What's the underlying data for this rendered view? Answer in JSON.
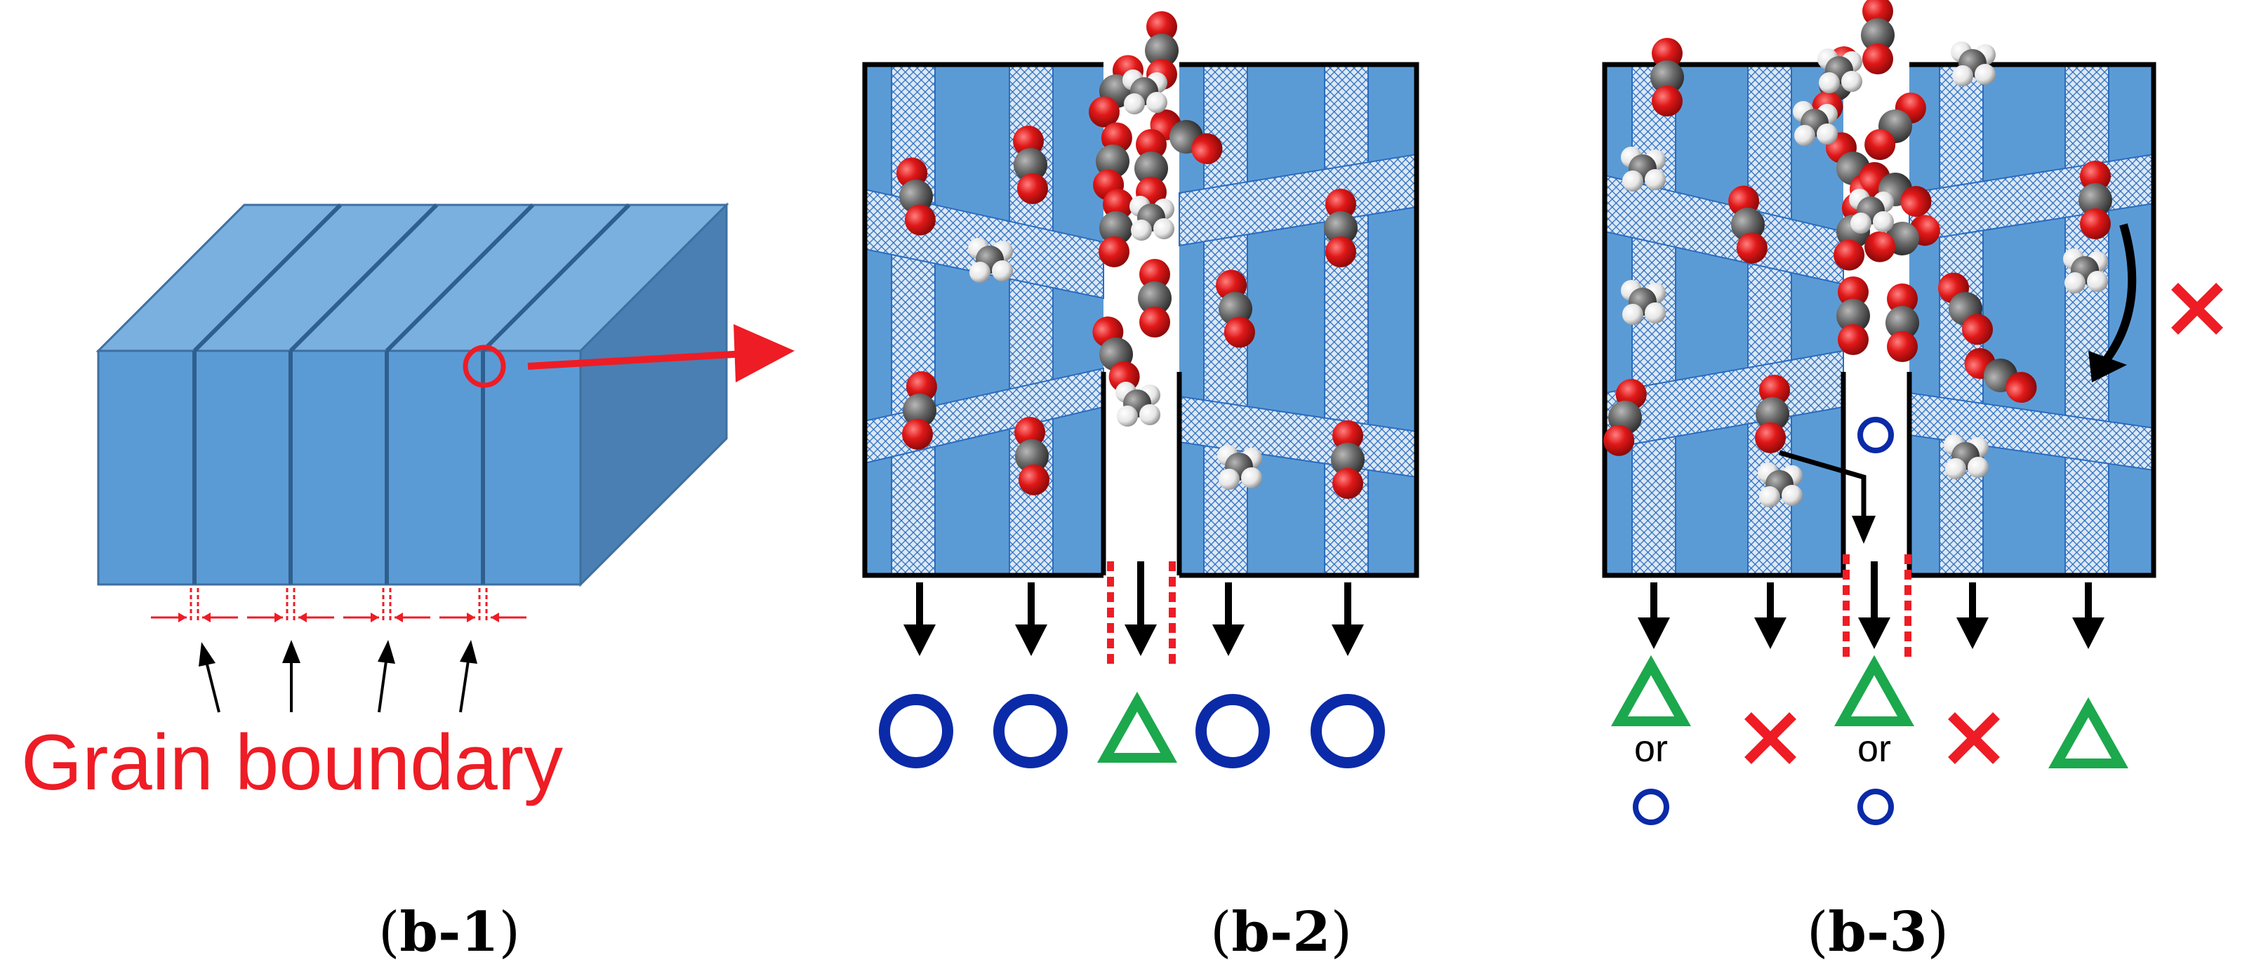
{
  "figure": {
    "grain_boundary_label": "Grain boundary",
    "panel_labels": [
      {
        "open": "(",
        "id": "b-1",
        "close": ")"
      },
      {
        "open": "(",
        "id": "b-2",
        "close": ")"
      },
      {
        "open": "(",
        "id": "b-3",
        "close": ")"
      }
    ],
    "or_label": "or"
  },
  "colors": {
    "membrane_blue": "#5b9bd5",
    "crystal_side_blue": "#4a7fb3",
    "crystal_top_blue": "#7ab0e0",
    "grain_boundary_red": "#ee1c25",
    "circle_blue": "#0a2aa8",
    "triangle_green": "#1ca84c",
    "co2_oxygen": "#d9181f",
    "co2_carbon": "#6e6e6e",
    "ch4_hydrogen": "#f2f2f2"
  },
  "symbols": {
    "b2_outcomes": [
      "circle",
      "circle",
      "triangle",
      "circle",
      "circle"
    ],
    "b3_outcomes": [
      "triangle-or-small-circle",
      "cross",
      "triangle-or-small-circle",
      "cross",
      "triangle"
    ]
  }
}
